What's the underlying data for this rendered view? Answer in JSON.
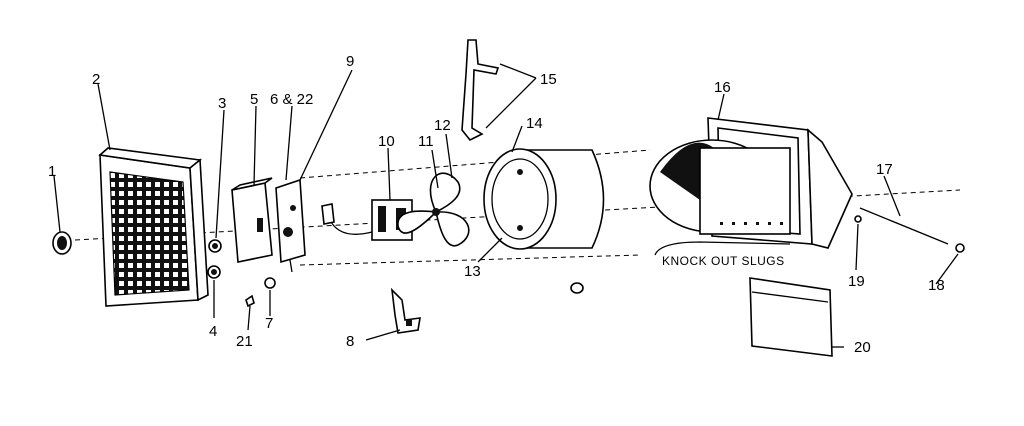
{
  "diagram": {
    "callouts": {
      "c1": "1",
      "c2": "2",
      "c3": "3",
      "c4": "4",
      "c5": "5",
      "c6_22": "6 & 22",
      "c7": "7",
      "c8": "8",
      "c9": "9",
      "c10": "10",
      "c11": "11",
      "c12": "12",
      "c13": "13",
      "c14": "14",
      "c15": "15",
      "c16": "16",
      "c17": "17",
      "c18": "18",
      "c19": "19",
      "c20": "20",
      "c21": "21"
    },
    "knock_out_label": "KNOCK OUT SLUGS"
  }
}
